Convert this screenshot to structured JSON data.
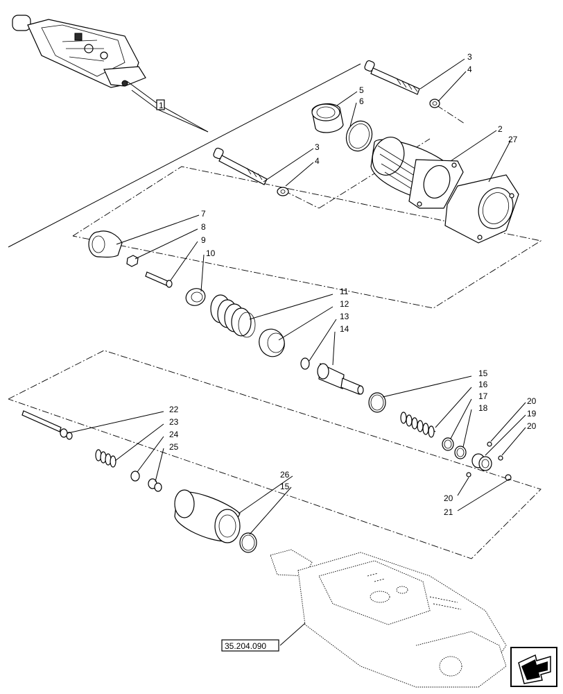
{
  "callouts": {
    "c1": "1",
    "c2": "2",
    "c3a": "3",
    "c4a": "4",
    "c3b": "3",
    "c4b": "4",
    "c5": "5",
    "c6": "6",
    "c7": "7",
    "c8": "8",
    "c9": "9",
    "c10": "10",
    "c11": "11",
    "c12": "12",
    "c13": "13",
    "c14": "14",
    "c15a": "15",
    "c15b": "15",
    "c16": "16",
    "c17": "17",
    "c18": "18",
    "c19": "19",
    "c20a": "20",
    "c20b": "20",
    "c20c": "20",
    "c21": "21",
    "c22": "22",
    "c23": "23",
    "c24": "24",
    "c25": "25",
    "c26": "26",
    "c27": "27"
  },
  "reference_label": "35.204.090",
  "icons": {
    "nav": "next-page-arrow-icon"
  }
}
